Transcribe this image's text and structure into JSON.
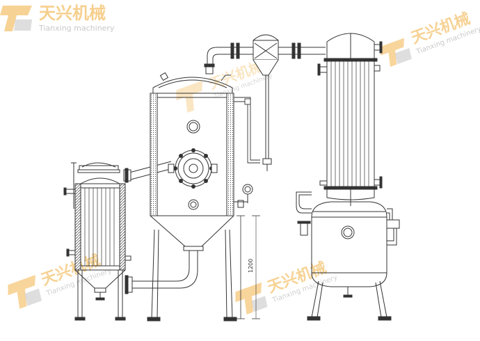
{
  "watermark": {
    "brand_cn": "天兴机械",
    "brand_en": "Tianxing machinery",
    "color_main": "#f5c77a",
    "color_grey": "#c9c9c9"
  },
  "drawing": {
    "dimension_label": "1200",
    "line_color": "#333333",
    "hatch_color": "#555555"
  }
}
